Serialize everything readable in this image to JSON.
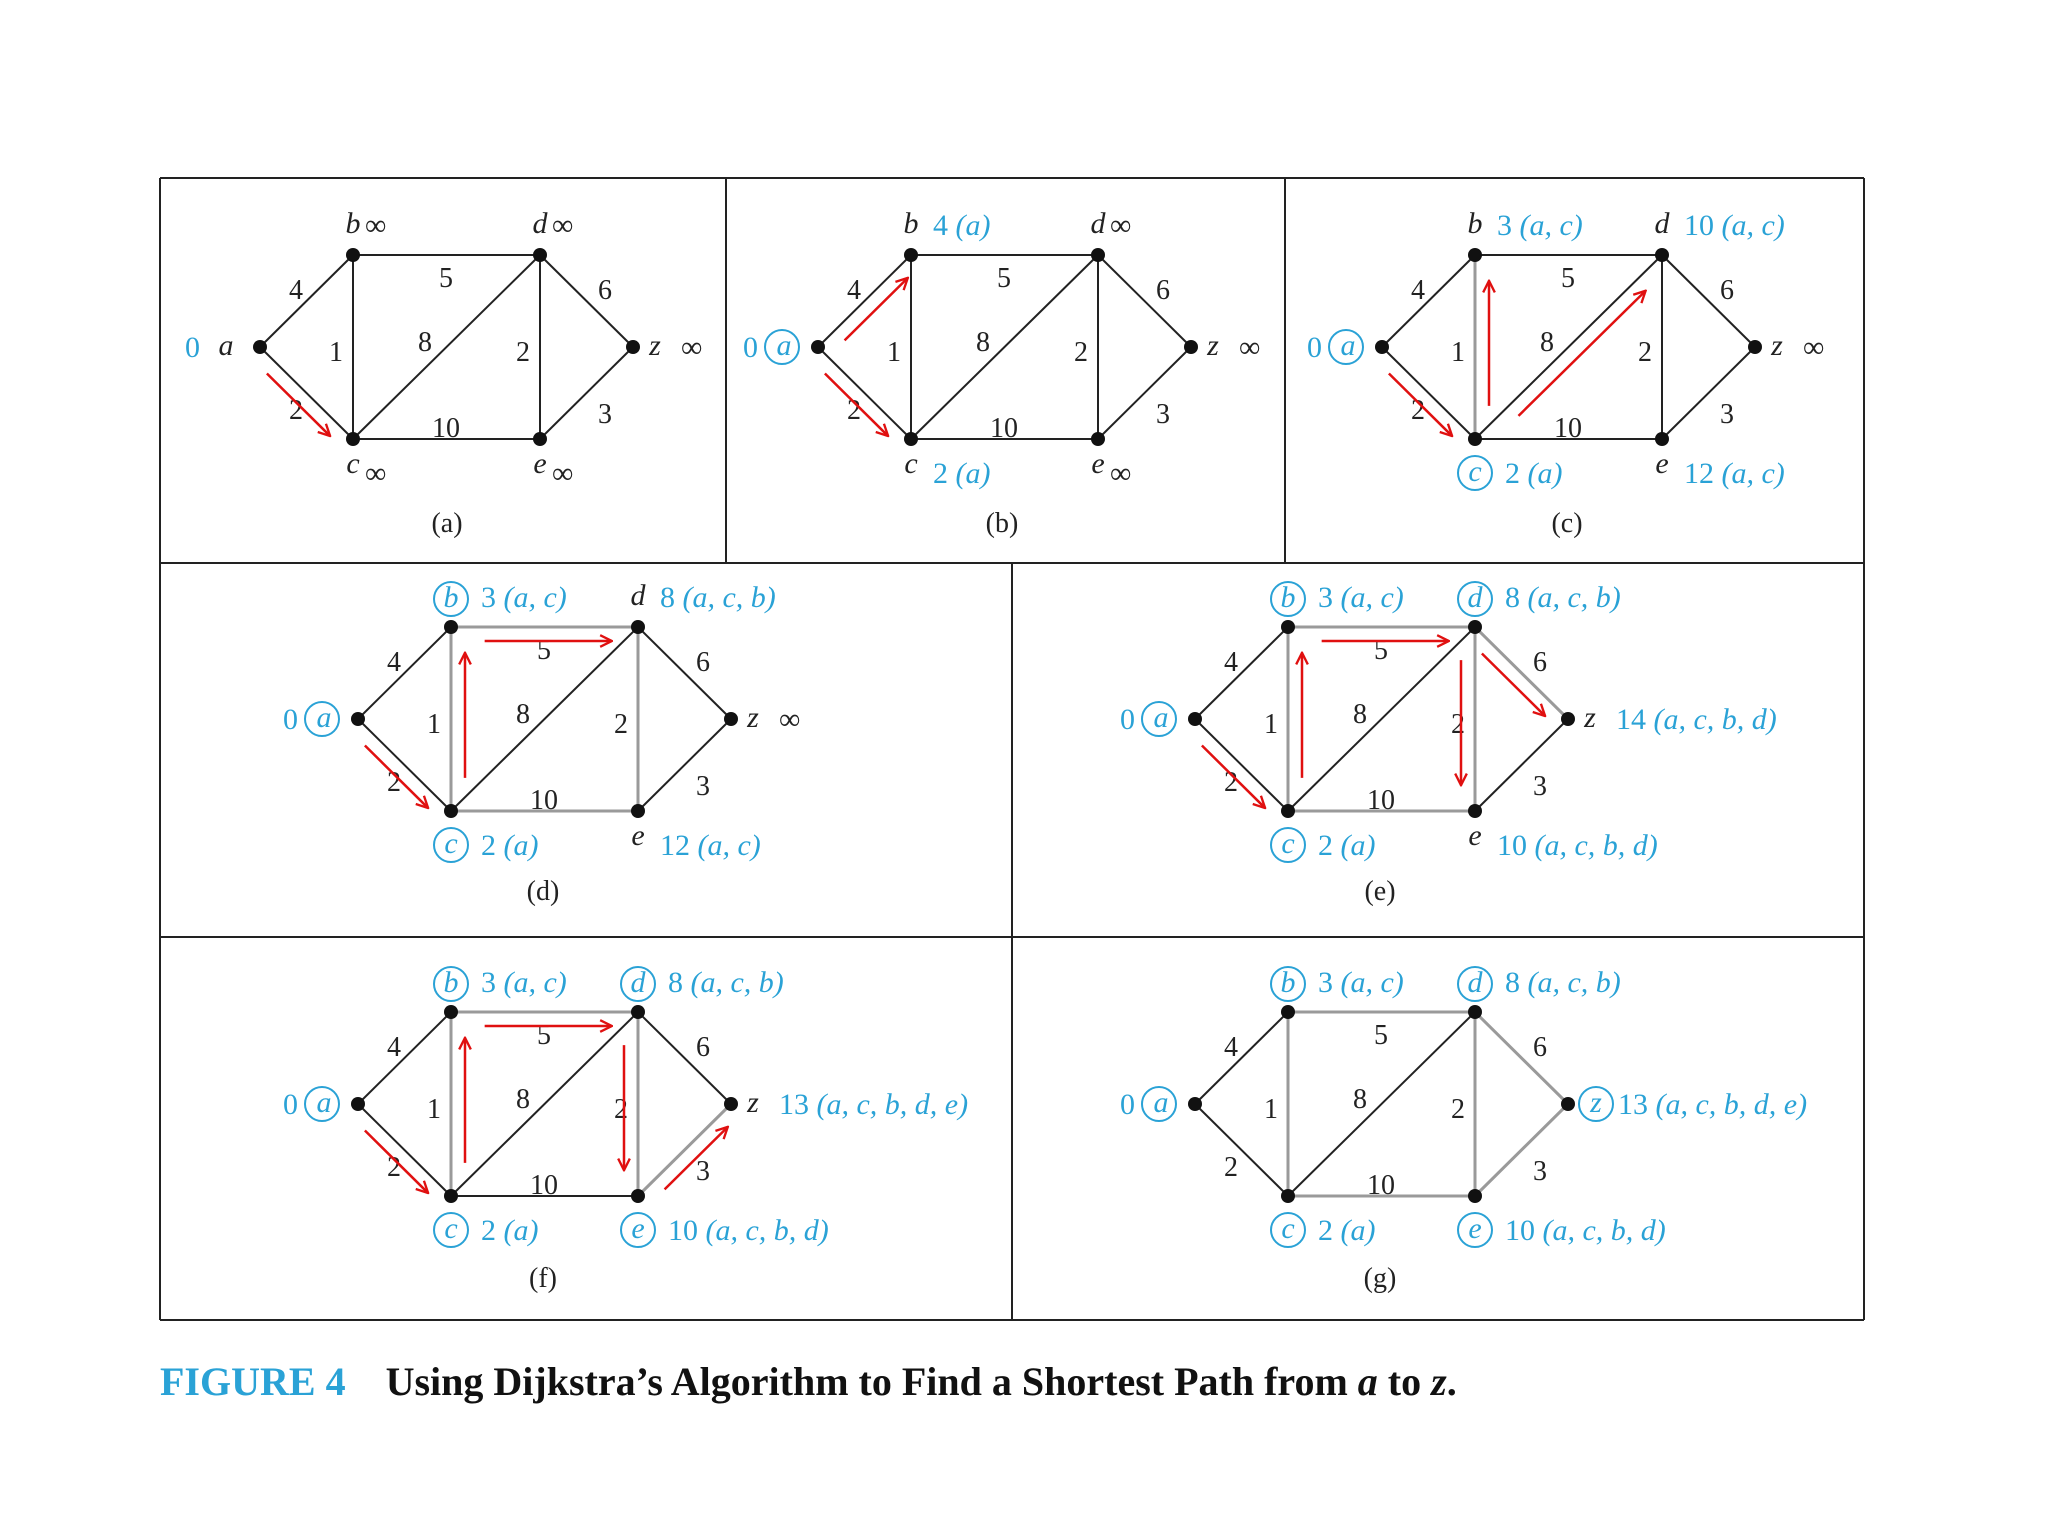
{
  "colors": {
    "blue": "#2aa2d6",
    "arrow": "#e01010",
    "edge": "#222222",
    "edge_gray": "#9a9a9a",
    "text": "#222222",
    "border": "#222222"
  },
  "edges": [
    {
      "u": "a",
      "v": "b",
      "w": "4"
    },
    {
      "u": "a",
      "v": "c",
      "w": "2"
    },
    {
      "u": "b",
      "v": "c",
      "w": "1"
    },
    {
      "u": "b",
      "v": "d",
      "w": "5"
    },
    {
      "u": "c",
      "v": "d",
      "w": "8"
    },
    {
      "u": "c",
      "v": "e",
      "w": "10"
    },
    {
      "u": "d",
      "v": "e",
      "w": "2"
    },
    {
      "u": "d",
      "v": "z",
      "w": "6"
    },
    {
      "u": "e",
      "v": "z",
      "w": "3"
    }
  ],
  "panels": [
    {
      "id": "a",
      "caption": "(a)",
      "vertices": {
        "a": {
          "name": "a",
          "circled": false,
          "label": "0",
          "label_blue": true
        },
        "b": {
          "name": "b",
          "circled": false,
          "label": "∞",
          "label_blue": false
        },
        "c": {
          "name": "c",
          "circled": false,
          "label": "∞",
          "label_blue": false
        },
        "d": {
          "name": "d",
          "circled": false,
          "label": "∞",
          "label_blue": false
        },
        "e": {
          "name": "e",
          "circled": false,
          "label": "∞",
          "label_blue": false
        },
        "z": {
          "name": "z",
          "circled": false,
          "label": "∞",
          "label_blue": false
        }
      },
      "gray_edges": [],
      "arrows": [
        [
          "a",
          "c"
        ]
      ]
    },
    {
      "id": "b",
      "caption": "(b)",
      "vertices": {
        "a": {
          "name": "a",
          "circled": true,
          "label": "0",
          "label_blue": true
        },
        "b": {
          "name": "b",
          "circled": false,
          "label": "4 (a)",
          "label_blue": true
        },
        "c": {
          "name": "c",
          "circled": false,
          "label": "2 (a)",
          "label_blue": true
        },
        "d": {
          "name": "d",
          "circled": false,
          "label": "∞",
          "label_blue": false
        },
        "e": {
          "name": "e",
          "circled": false,
          "label": "∞",
          "label_blue": false
        },
        "z": {
          "name": "z",
          "circled": false,
          "label": "∞",
          "label_blue": false
        }
      },
      "gray_edges": [],
      "arrows": [
        [
          "a",
          "b"
        ],
        [
          "a",
          "c"
        ]
      ]
    },
    {
      "id": "c",
      "caption": "(c)",
      "vertices": {
        "a": {
          "name": "a",
          "circled": true,
          "label": "0",
          "label_blue": true
        },
        "b": {
          "name": "b",
          "circled": false,
          "label": "3 (a, c)",
          "label_blue": true
        },
        "c": {
          "name": "c",
          "circled": true,
          "label": "2 (a)",
          "label_blue": true
        },
        "d": {
          "name": "d",
          "circled": false,
          "label": "10 (a, c)",
          "label_blue": true
        },
        "e": {
          "name": "e",
          "circled": false,
          "label": "12 (a, c)",
          "label_blue": true
        },
        "z": {
          "name": "z",
          "circled": false,
          "label": "∞",
          "label_blue": false
        }
      },
      "gray_edges": [
        "b-c"
      ],
      "arrows": [
        [
          "a",
          "c"
        ],
        [
          "c",
          "b"
        ],
        [
          "c",
          "d"
        ]
      ]
    },
    {
      "id": "d",
      "caption": "(d)",
      "vertices": {
        "a": {
          "name": "a",
          "circled": true,
          "label": "0",
          "label_blue": true
        },
        "b": {
          "name": "b",
          "circled": true,
          "label": "3 (a, c)",
          "label_blue": true
        },
        "c": {
          "name": "c",
          "circled": true,
          "label": "2 (a)",
          "label_blue": true
        },
        "d": {
          "name": "d",
          "circled": false,
          "label": "8 (a, c, b)",
          "label_blue": true
        },
        "e": {
          "name": "e",
          "circled": false,
          "label": "12 (a, c)",
          "label_blue": true
        },
        "z": {
          "name": "z",
          "circled": false,
          "label": "∞",
          "label_blue": false
        }
      },
      "gray_edges": [
        "b-c",
        "b-d",
        "c-e",
        "d-e"
      ],
      "arrows": [
        [
          "a",
          "c"
        ],
        [
          "c",
          "b"
        ],
        [
          "b",
          "d"
        ]
      ]
    },
    {
      "id": "e",
      "caption": "(e)",
      "vertices": {
        "a": {
          "name": "a",
          "circled": true,
          "label": "0",
          "label_blue": true
        },
        "b": {
          "name": "b",
          "circled": true,
          "label": "3 (a, c)",
          "label_blue": true
        },
        "c": {
          "name": "c",
          "circled": true,
          "label": "2 (a)",
          "label_blue": true
        },
        "d": {
          "name": "d",
          "circled": true,
          "label": "8 (a, c, b)",
          "label_blue": true
        },
        "e": {
          "name": "e",
          "circled": false,
          "label": "10 (a, c, b, d)",
          "label_blue": true
        },
        "z": {
          "name": "z",
          "circled": false,
          "label": "14 (a, c, b, d)",
          "label_blue": true
        }
      },
      "gray_edges": [
        "b-c",
        "b-d",
        "c-e",
        "d-e",
        "d-z"
      ],
      "arrows": [
        [
          "a",
          "c"
        ],
        [
          "c",
          "b"
        ],
        [
          "b",
          "d"
        ],
        [
          "d",
          "e"
        ],
        [
          "d",
          "z"
        ]
      ]
    },
    {
      "id": "f",
      "caption": "(f)",
      "vertices": {
        "a": {
          "name": "a",
          "circled": true,
          "label": "0",
          "label_blue": true
        },
        "b": {
          "name": "b",
          "circled": true,
          "label": "3 (a, c)",
          "label_blue": true
        },
        "c": {
          "name": "c",
          "circled": true,
          "label": "2 (a)",
          "label_blue": true
        },
        "d": {
          "name": "d",
          "circled": true,
          "label": "8 (a, c, b)",
          "label_blue": true
        },
        "e": {
          "name": "e",
          "circled": true,
          "label": "10 (a, c, b, d)",
          "label_blue": true
        },
        "z": {
          "name": "z",
          "circled": false,
          "label": "13 (a, c, b, d, e)",
          "label_blue": true
        }
      },
      "gray_edges": [
        "b-c",
        "b-d",
        "d-e",
        "e-z"
      ],
      "arrows": [
        [
          "a",
          "c"
        ],
        [
          "c",
          "b"
        ],
        [
          "b",
          "d"
        ],
        [
          "d",
          "e"
        ],
        [
          "e",
          "z"
        ]
      ]
    },
    {
      "id": "g",
      "caption": "(g)",
      "vertices": {
        "a": {
          "name": "a",
          "circled": true,
          "label": "0",
          "label_blue": true
        },
        "b": {
          "name": "b",
          "circled": true,
          "label": "3 (a, c)",
          "label_blue": true
        },
        "c": {
          "name": "c",
          "circled": true,
          "label": "2 (a)",
          "label_blue": true
        },
        "d": {
          "name": "d",
          "circled": true,
          "label": "8 (a, c, b)",
          "label_blue": true
        },
        "e": {
          "name": "e",
          "circled": true,
          "label": "10 (a, c, b, d)",
          "label_blue": true
        },
        "z": {
          "name": "z",
          "circled": true,
          "label": "13 (a, c, b, d, e)",
          "label_blue": true
        }
      },
      "gray_edges": [
        "b-c",
        "b-d",
        "c-e",
        "d-e",
        "d-z",
        "e-z"
      ],
      "arrows": []
    }
  ],
  "caption": {
    "figure_number": "FIGURE 4",
    "text_before": "Using Dijkstra’s Algorithm to Find a Shortest Path from ",
    "var_a": "a",
    "text_mid": " to ",
    "var_z": "z",
    "text_end": "."
  }
}
